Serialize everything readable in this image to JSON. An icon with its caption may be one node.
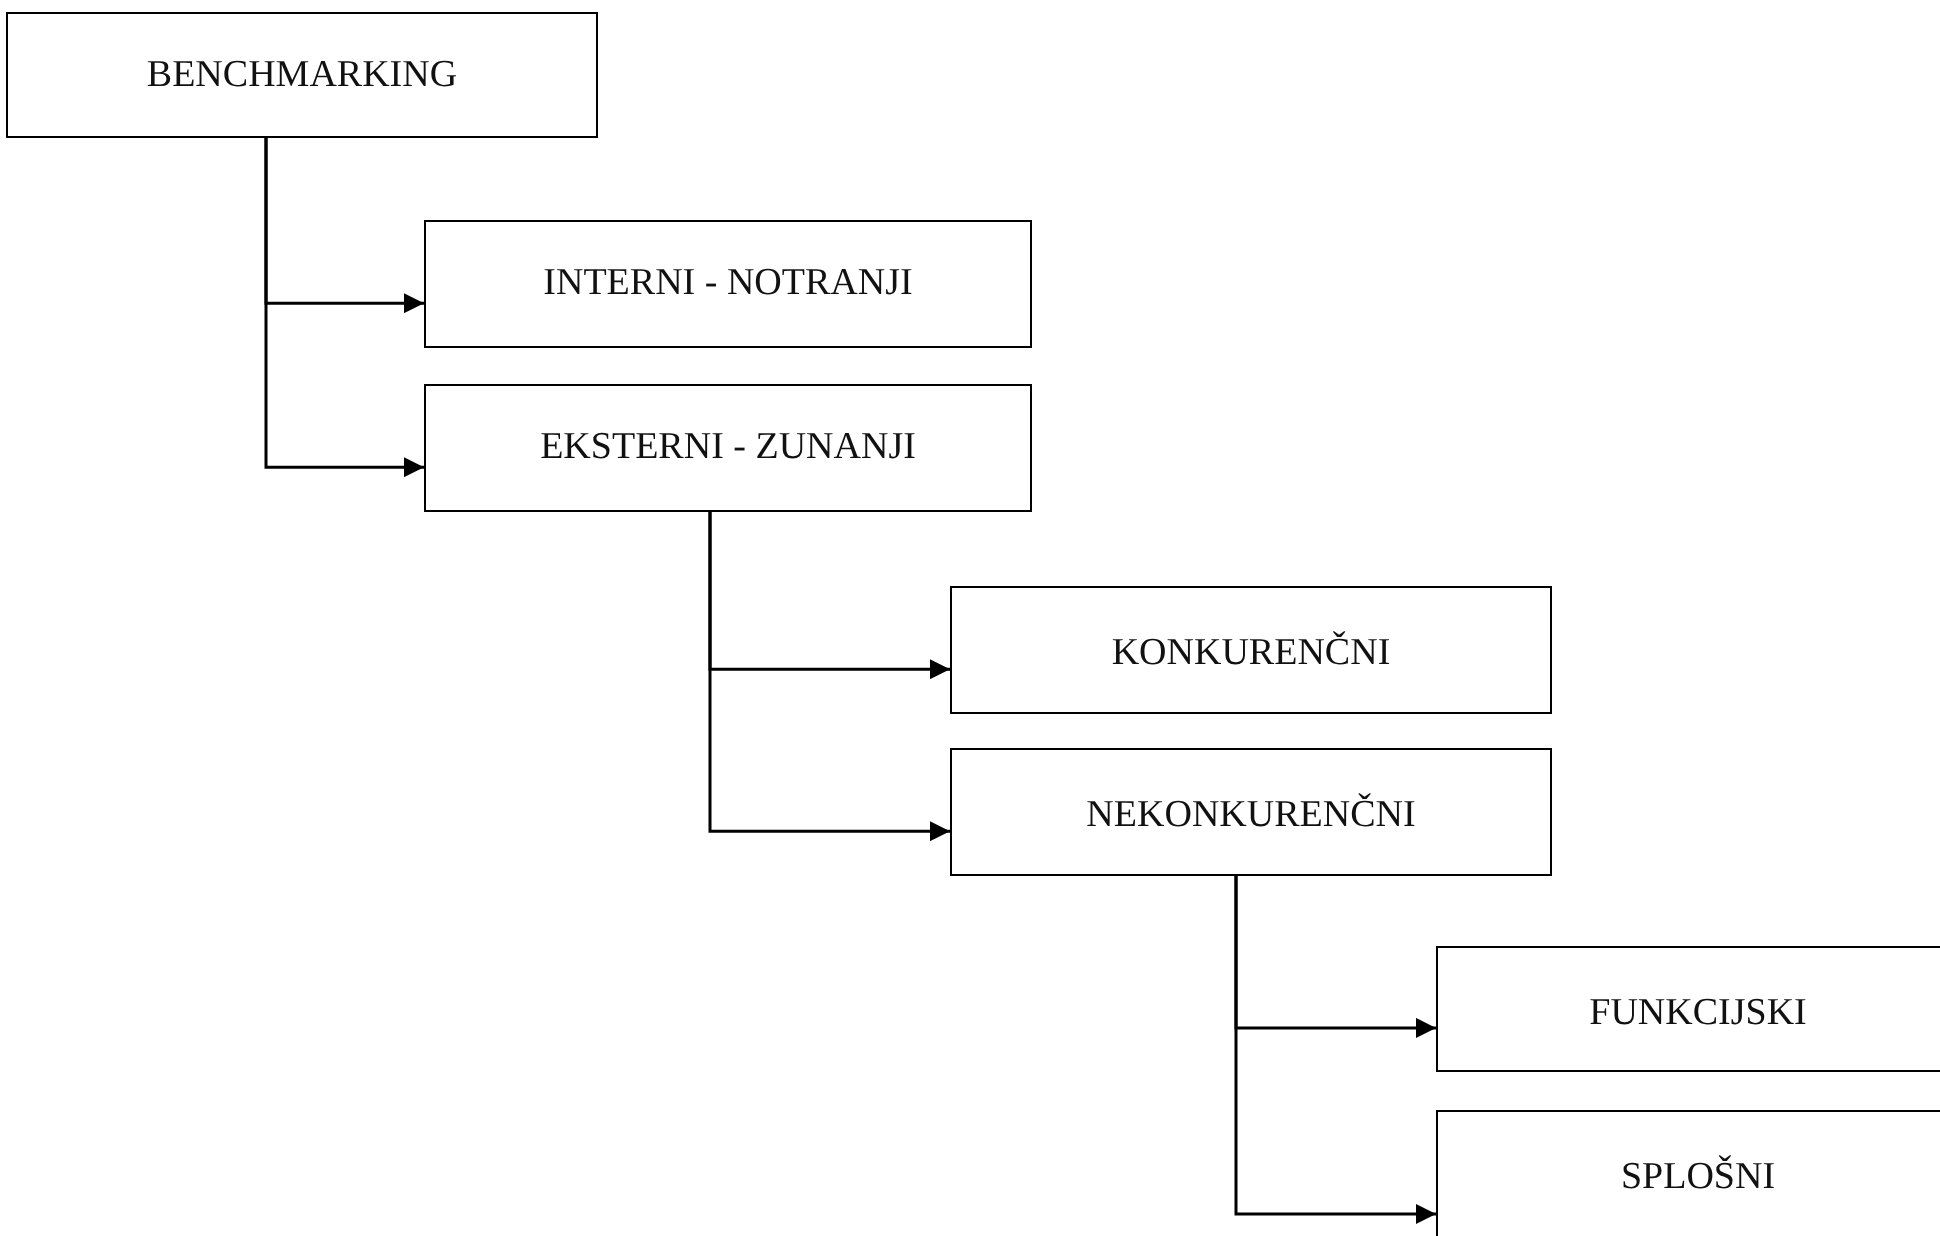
{
  "diagram": {
    "nodes": [
      {
        "text": [
          "BENCHMARKING"
        ]
      },
      {
        "text": [
          "INTERNI - NOTRANJI"
        ]
      },
      {
        "text": [
          "EKSTERNI - ZUNANJI"
        ]
      },
      {
        "text": [
          "KONKURENČNI"
        ]
      },
      {
        "text": [
          "NEKONKURENČNI"
        ]
      },
      {
        "text": [
          "FUNKCIJSKI"
        ]
      },
      {
        "text": [
          "SPLOŠNI"
        ]
      }
    ],
    "edges": [
      {
        "from": 0,
        "to": 1,
        "arrow": "to"
      },
      {
        "from": 0,
        "to": 2,
        "arrow": "to"
      },
      {
        "from": 2,
        "to": 3,
        "arrow": "to"
      },
      {
        "from": 2,
        "to": 4,
        "arrow": "to"
      },
      {
        "from": 4,
        "to": 5,
        "arrow": "to"
      },
      {
        "from": 4,
        "to": 6,
        "arrow": "to"
      }
    ]
  }
}
